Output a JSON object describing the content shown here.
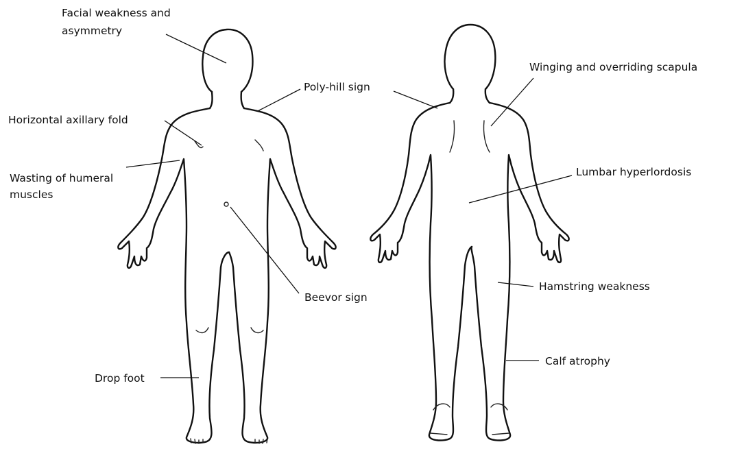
{
  "labels": {
    "facial_1": "Facial weakness and",
    "facial_2": "asymmetry",
    "polyhill": "Poly-hill sign",
    "axillary": "Horizontal axillary fold",
    "wasting_1": "Wasting of humeral",
    "wasting_2": "muscles",
    "beevor": "Beevor sign",
    "dropfoot": "Drop foot",
    "winging": "Winging and overriding scapula",
    "lumbar": "Lumbar hyperlordosis",
    "hamstring": "Hamstring weakness",
    "calf": "Calf atrophy"
  }
}
